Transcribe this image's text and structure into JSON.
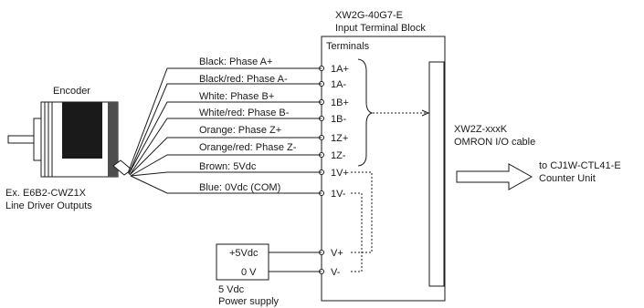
{
  "terminal_block": {
    "model": "XW2G-40G7-E",
    "name": "Input Terminal Block",
    "terminals_heading": "Terminals",
    "terminals": [
      "1A+",
      "1A-",
      "1B+",
      "1B-",
      "1Z+",
      "1Z-",
      "1V+",
      "1V-",
      "V+",
      "V-"
    ]
  },
  "encoder": {
    "label": "Encoder",
    "model": "Ex. E6B2-CWZ1X",
    "output": "Line Driver Outputs"
  },
  "wires": [
    "Black: Phase A+",
    "Black/red: Phase A-",
    "White: Phase B+",
    "White/red: Phase B-",
    "Orange: Phase Z+",
    "Orange/red: Phase Z-",
    "Brown: 5Vdc",
    "Blue: 0Vdc (COM)"
  ],
  "cable": {
    "model": "XW2Z-xxxK",
    "name": "OMRON I/O cable"
  },
  "destination": {
    "line1": "to CJ1W-CTL41-E",
    "line2": "Counter Unit"
  },
  "power_supply": {
    "plus": "+5Vdc",
    "zero": "0 V",
    "line1": "5 Vdc",
    "line2": "Power supply"
  }
}
